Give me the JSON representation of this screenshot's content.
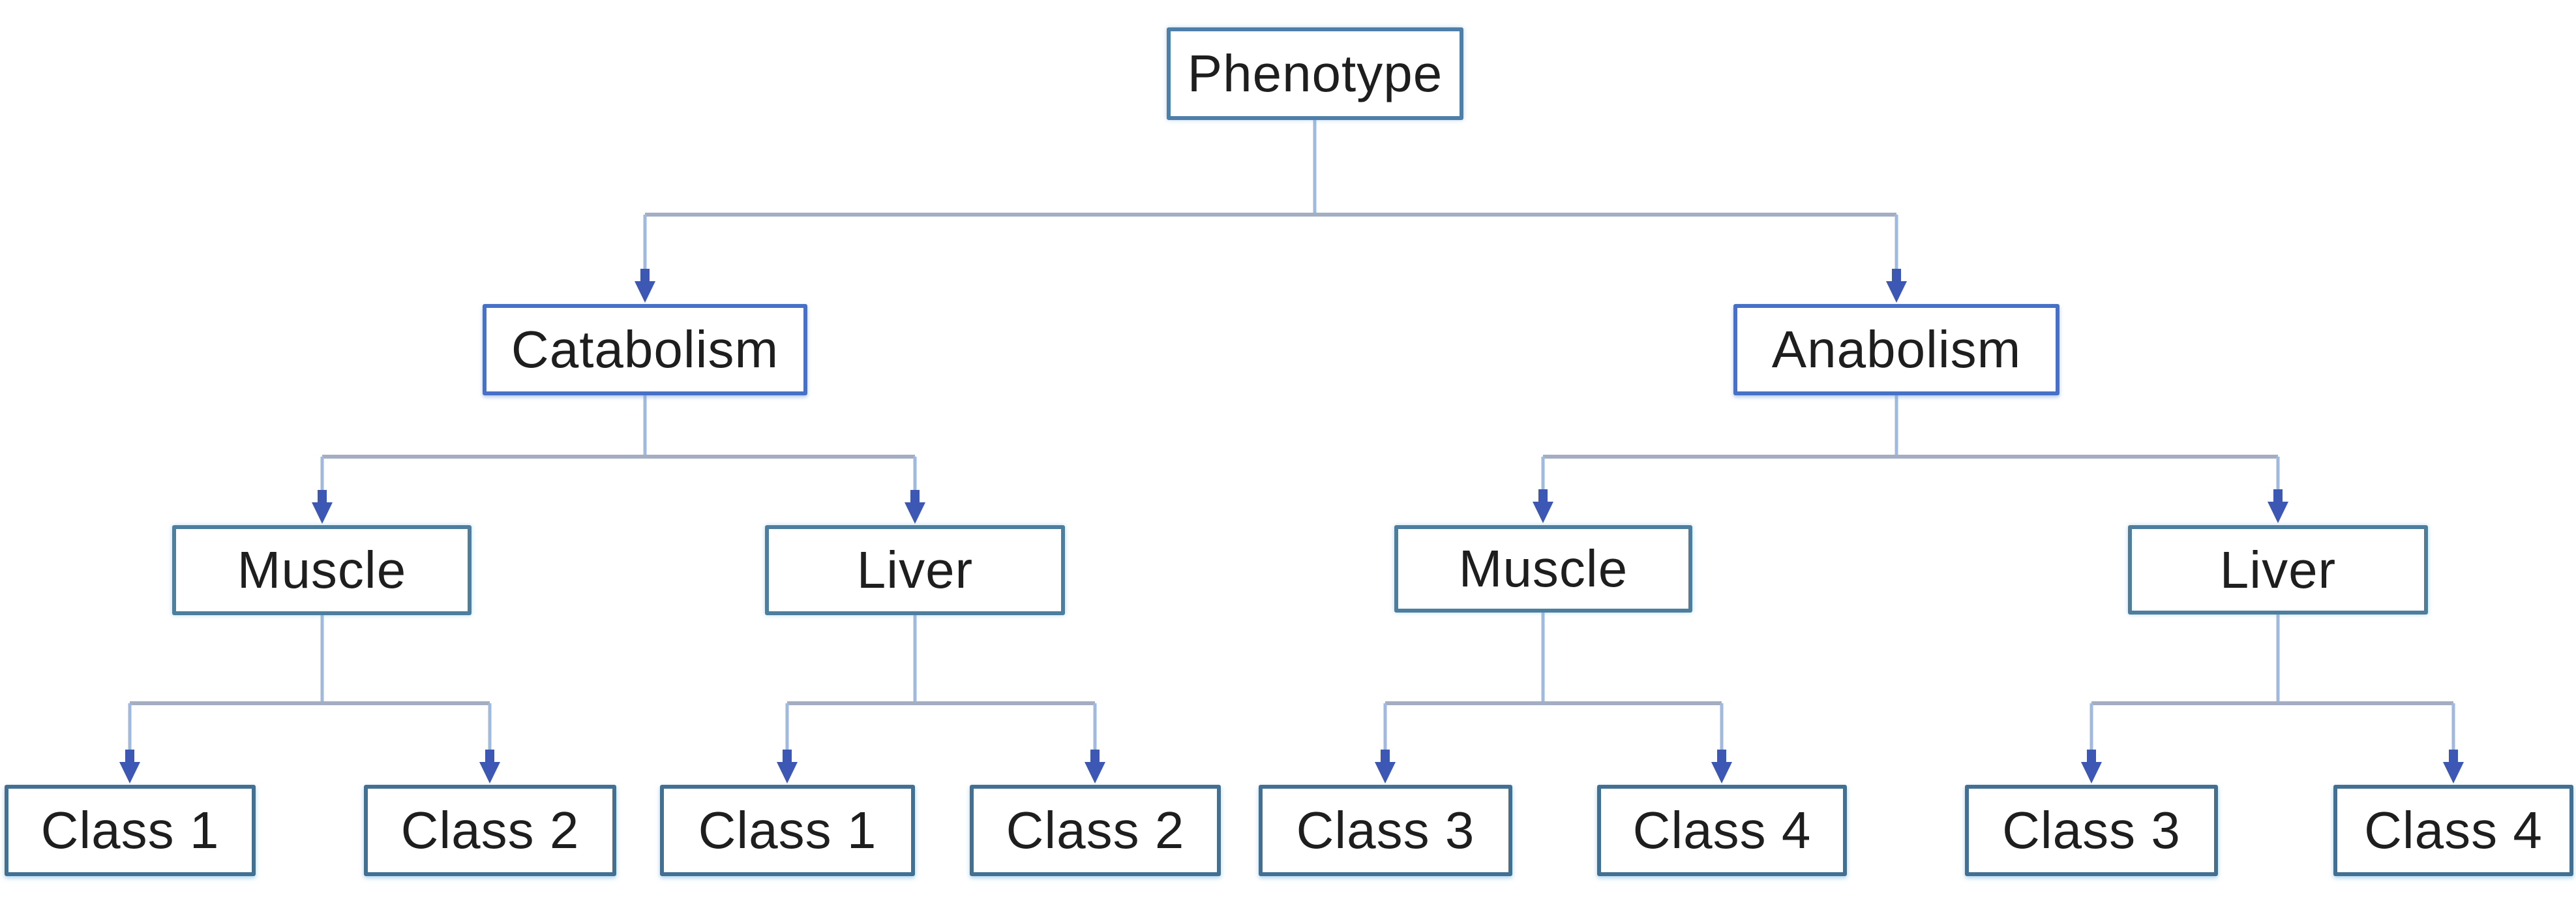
{
  "diagram": {
    "type": "tree",
    "background_color": "#ffffff",
    "colors": {
      "root_border": "#4d7fa9",
      "level2_border": "#4671c6",
      "level3_border": "#4d7e9d",
      "leaf_border": "#427092",
      "connector_vertical": "#9fbade",
      "connector_horizontal": "#a4aec3",
      "arrowhead": "#3c58b4",
      "text": "#1e1e1e",
      "node_fill": "#ffffff"
    },
    "nodes": [
      {
        "id": "phenotype",
        "label": "Phenotype",
        "level": 1,
        "parent": null
      },
      {
        "id": "catabolism",
        "label": "Catabolism",
        "level": 2,
        "parent": "phenotype"
      },
      {
        "id": "anabolism",
        "label": "Anabolism",
        "level": 2,
        "parent": "phenotype"
      },
      {
        "id": "catabolism-muscle",
        "label": "Muscle",
        "level": 3,
        "parent": "catabolism"
      },
      {
        "id": "catabolism-liver",
        "label": "Liver",
        "level": 3,
        "parent": "catabolism"
      },
      {
        "id": "anabolism-muscle",
        "label": "Muscle",
        "level": 3,
        "parent": "anabolism"
      },
      {
        "id": "anabolism-liver",
        "label": "Liver",
        "level": 3,
        "parent": "anabolism"
      },
      {
        "id": "catabolism-muscle-class1",
        "label": "Class 1",
        "level": 4,
        "parent": "catabolism-muscle"
      },
      {
        "id": "catabolism-muscle-class2",
        "label": "Class 2",
        "level": 4,
        "parent": "catabolism-muscle"
      },
      {
        "id": "catabolism-liver-class1",
        "label": "Class 1",
        "level": 4,
        "parent": "catabolism-liver"
      },
      {
        "id": "catabolism-liver-class2",
        "label": "Class 2",
        "level": 4,
        "parent": "catabolism-liver"
      },
      {
        "id": "anabolism-muscle-class3",
        "label": "Class 3",
        "level": 4,
        "parent": "anabolism-muscle"
      },
      {
        "id": "anabolism-muscle-class4",
        "label": "Class 4",
        "level": 4,
        "parent": "anabolism-muscle"
      },
      {
        "id": "anabolism-liver-class3",
        "label": "Class 3",
        "level": 4,
        "parent": "anabolism-liver"
      },
      {
        "id": "anabolism-liver-class4",
        "label": "Class 4",
        "level": 4,
        "parent": "anabolism-liver"
      }
    ]
  }
}
